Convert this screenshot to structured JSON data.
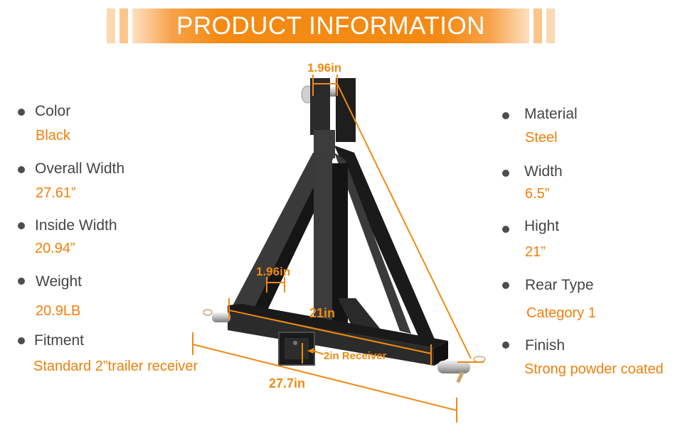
{
  "header": {
    "title": "PRODUCT INFORMATION"
  },
  "colors": {
    "accent": "#f38a13",
    "label": "#444444",
    "value": "#f07f0a"
  },
  "specs_left": [
    {
      "label": "Color",
      "value": "Black"
    },
    {
      "label": "Overall Width",
      "value": "27.61”"
    },
    {
      "label": "Inside Width",
      "value": "20.94”"
    },
    {
      "label": "Weight",
      "value": "20.9LB"
    },
    {
      "label": "Fitment",
      "value": "Standard 2”trailer receiver"
    }
  ],
  "specs_right": [
    {
      "label": "Material",
      "value": "Steel"
    },
    {
      "label": "Width",
      "value": "6.5”"
    },
    {
      "label": "Hight",
      "value": "21”"
    },
    {
      "label": "Rear Type",
      "value": "Category 1"
    },
    {
      "label": "Finish",
      "value": "Strong powder coated"
    }
  ],
  "dimensions": {
    "top_width": "1.96in",
    "tube_width": "1.96in",
    "inner_length": "21in",
    "receiver": "2in Receiver",
    "overall_length": "27.7in"
  }
}
